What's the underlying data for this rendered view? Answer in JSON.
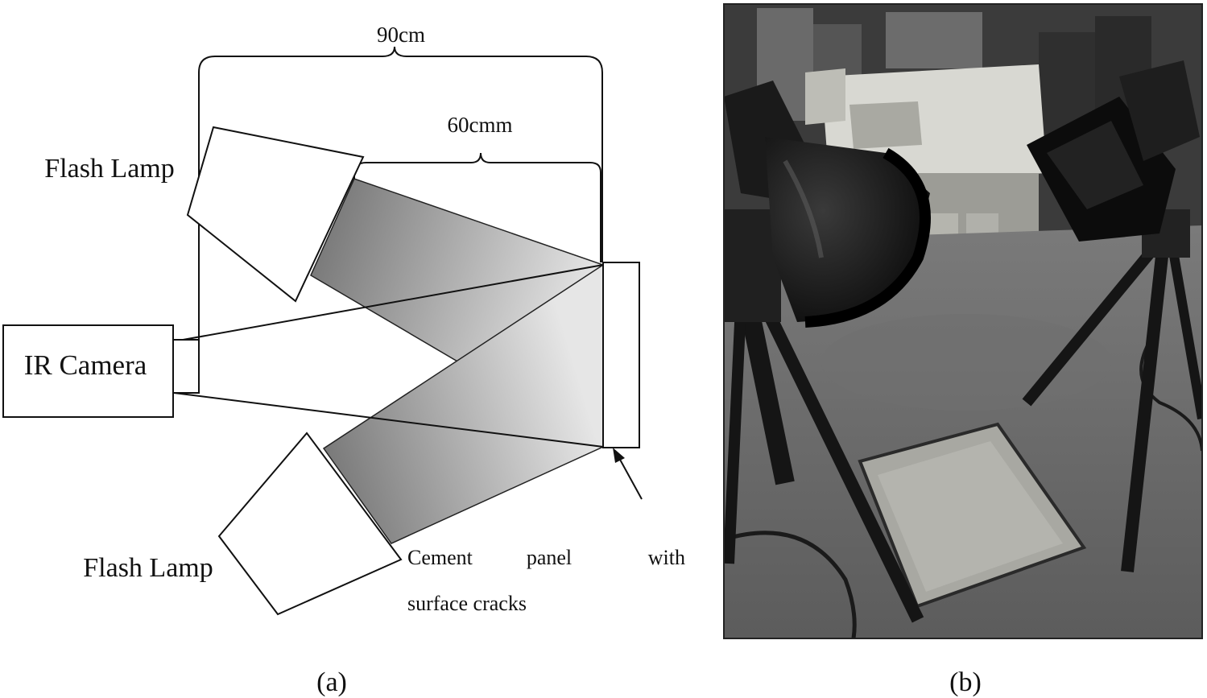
{
  "panel_a": {
    "caption": "(a)",
    "dim_outer": "90cm",
    "dim_inner": "60cmm",
    "lamp_top_label": "Flash Lamp",
    "lamp_bottom_label": "Flash Lamp",
    "camera_label": "IR Camera",
    "panel_label_line1": [
      "Cement",
      "panel",
      "with"
    ],
    "panel_label_line2": "surface cracks"
  },
  "panel_b": {
    "caption": "(b)",
    "photo_subject": "photograph: two flash lamps on tripods aimed at a cement panel on the floor"
  }
}
